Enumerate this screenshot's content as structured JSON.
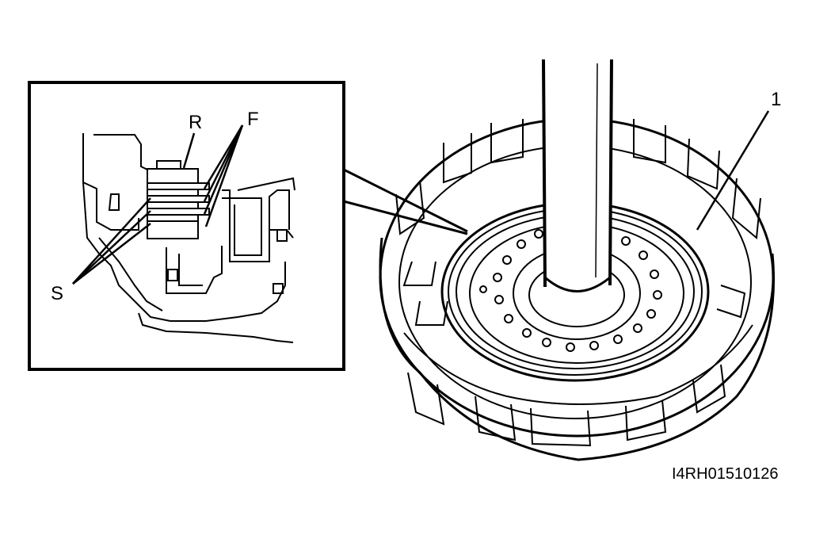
{
  "labels": {
    "r": "R",
    "f": "F",
    "s": "S",
    "part1": "1"
  },
  "figure_code": "I4RH01510126",
  "colors": {
    "ink": "#000000",
    "paper": "#ffffff"
  }
}
